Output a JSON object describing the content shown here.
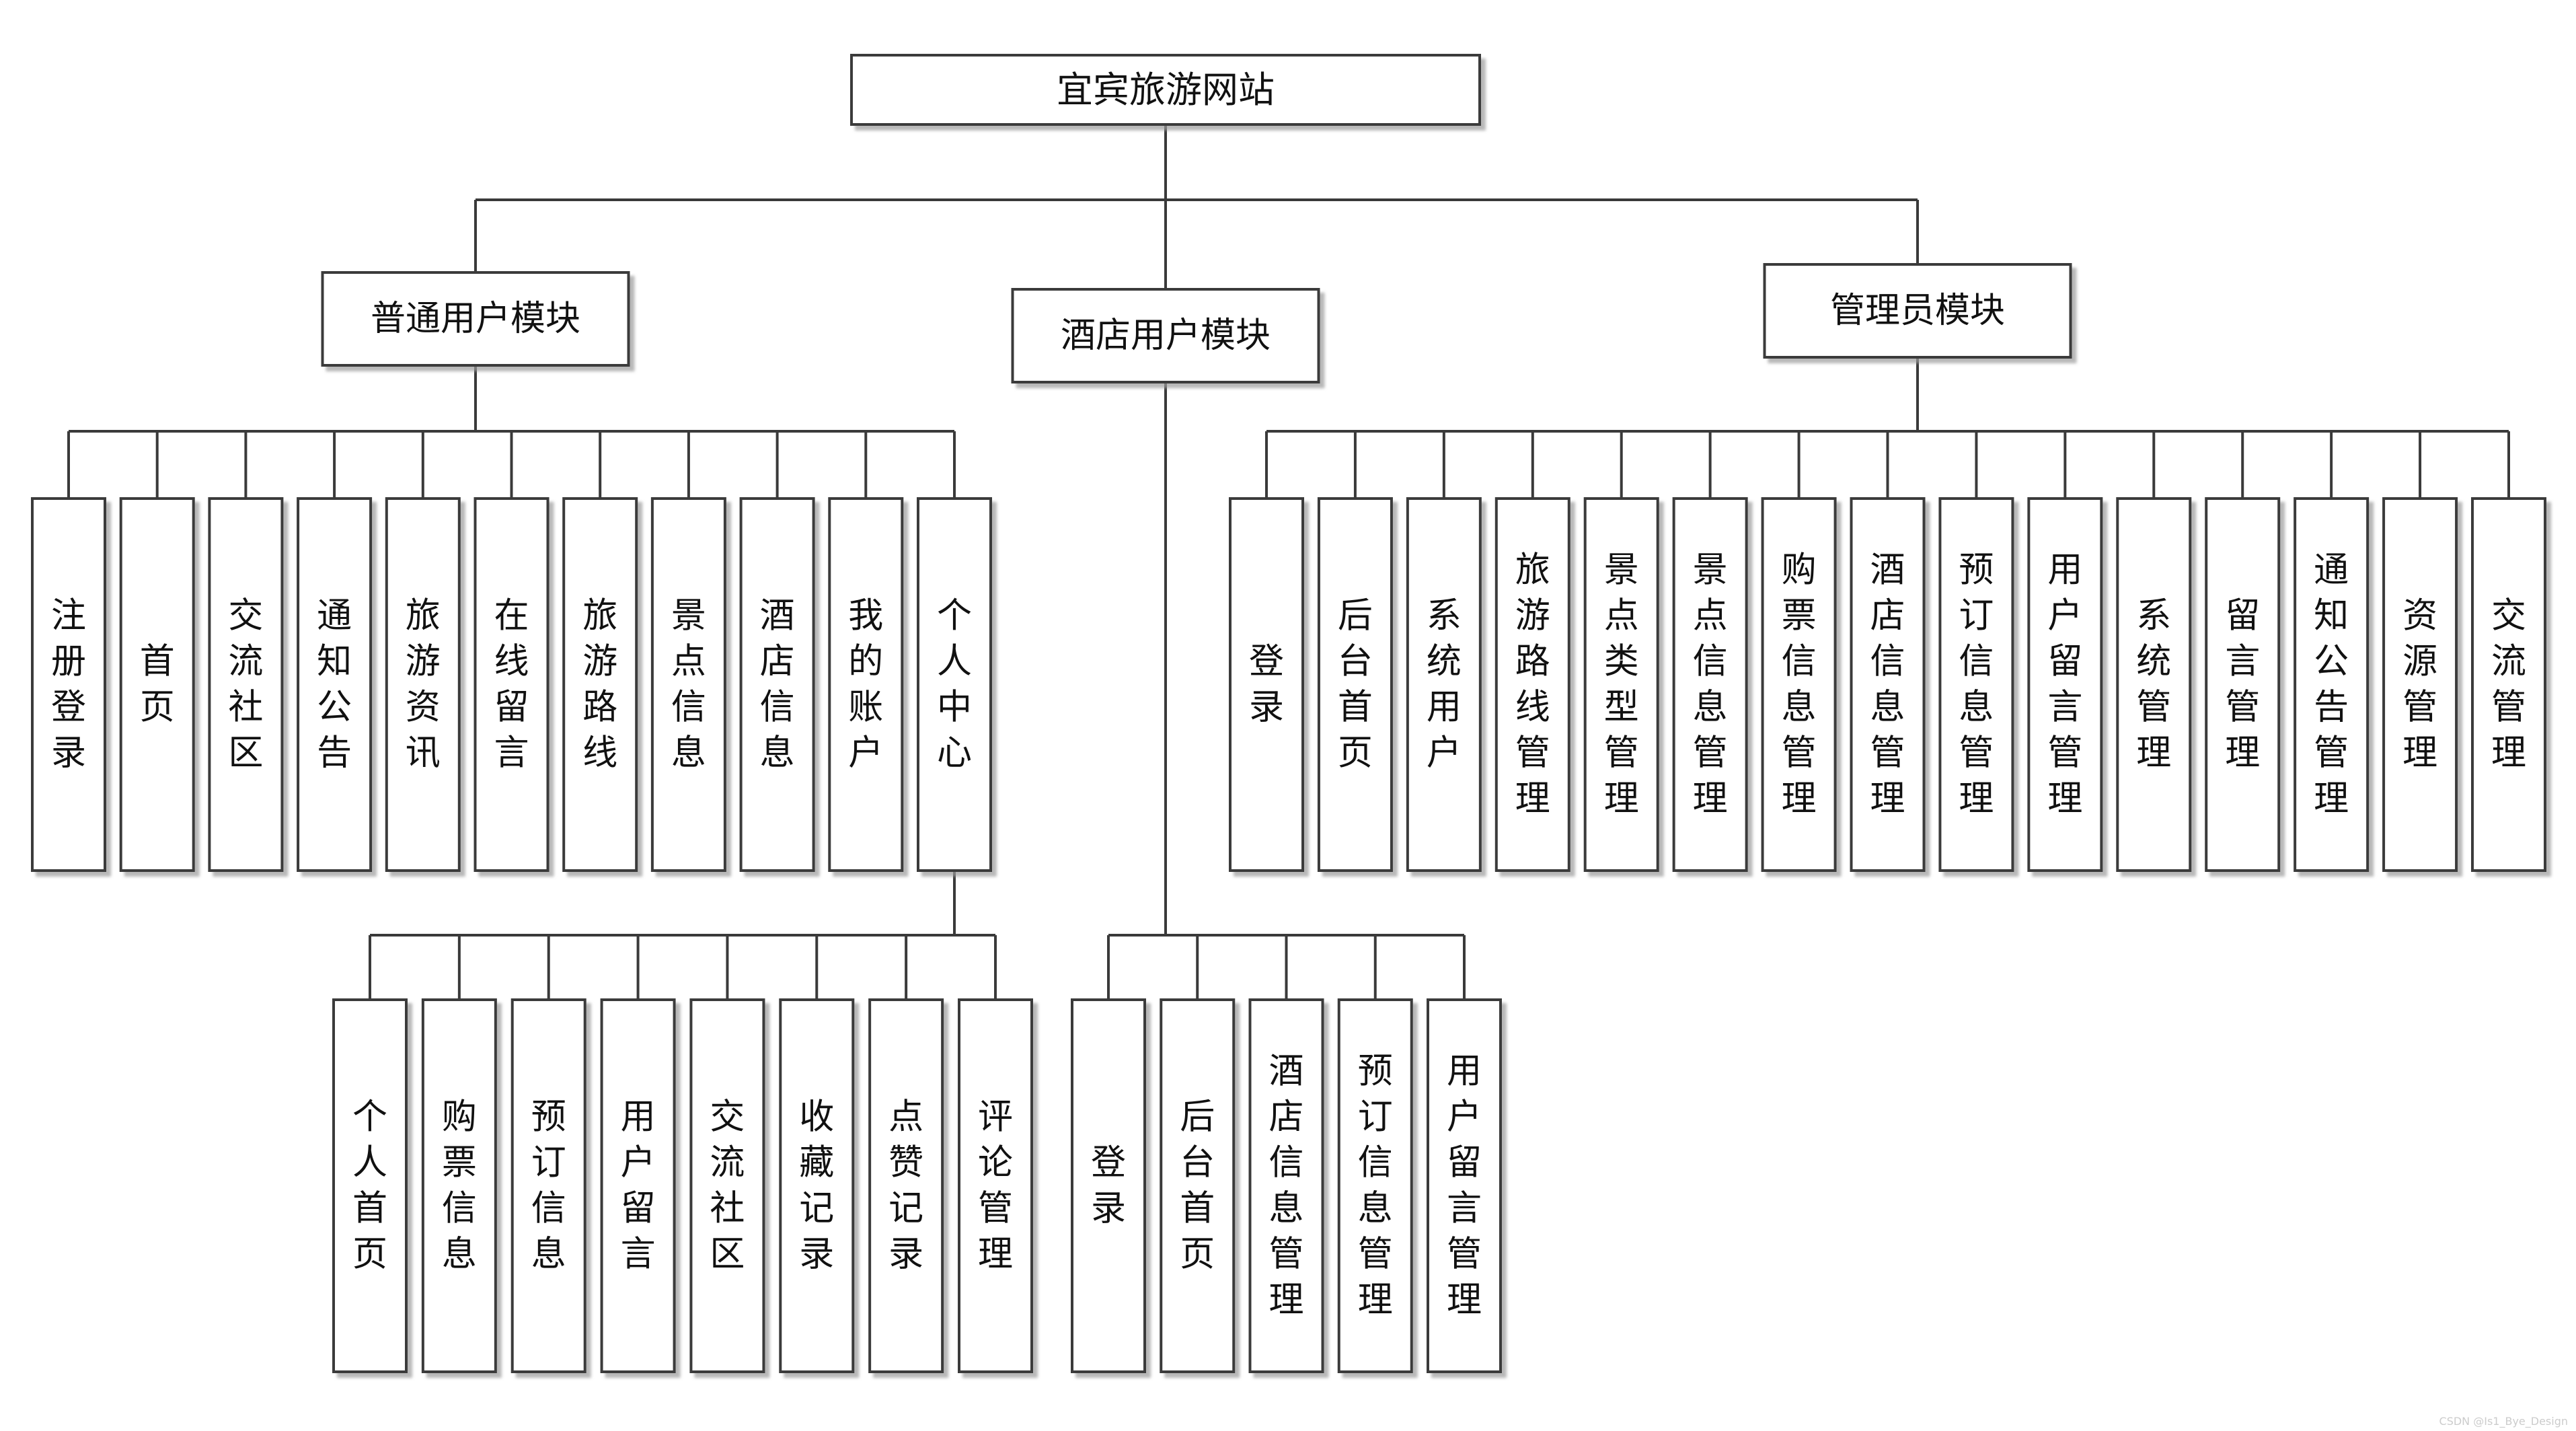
{
  "title": "宜宾旅游网站",
  "modules": [
    {
      "label": "普通用户模块",
      "children": [
        {
          "label": "注册登录"
        },
        {
          "label": "首页"
        },
        {
          "label": "交流社区"
        },
        {
          "label": "通知公告"
        },
        {
          "label": "旅游资讯"
        },
        {
          "label": "在线留言"
        },
        {
          "label": "旅游路线"
        },
        {
          "label": "景点信息"
        },
        {
          "label": "酒店信息"
        },
        {
          "label": "我的账户"
        },
        {
          "label": "个人中心",
          "children": [
            {
              "label": "个人首页"
            },
            {
              "label": "购票信息"
            },
            {
              "label": "预订信息"
            },
            {
              "label": "用户留言"
            },
            {
              "label": "交流社区"
            },
            {
              "label": "收藏记录"
            },
            {
              "label": "点赞记录"
            },
            {
              "label": "评论管理"
            }
          ]
        }
      ]
    },
    {
      "label": "酒店用户模块",
      "children": [
        {
          "label": "登录"
        },
        {
          "label": "后台首页"
        },
        {
          "label": "酒店信息管理"
        },
        {
          "label": "预订信息管理"
        },
        {
          "label": "用户留言管理"
        }
      ]
    },
    {
      "label": "管理员模块",
      "children": [
        {
          "label": "登录"
        },
        {
          "label": "后台首页"
        },
        {
          "label": "系统用户"
        },
        {
          "label": "旅游路线管理"
        },
        {
          "label": "景点类型管理"
        },
        {
          "label": "景点信息管理"
        },
        {
          "label": "购票信息管理"
        },
        {
          "label": "酒店信息管理"
        },
        {
          "label": "预订信息管理"
        },
        {
          "label": "用户留言管理"
        },
        {
          "label": "系统管理"
        },
        {
          "label": "留言管理"
        },
        {
          "label": "通知公告管理"
        },
        {
          "label": "资源管理"
        },
        {
          "label": "交流管理"
        }
      ]
    }
  ],
  "watermark": "CSDN @Is1_Bye_Design"
}
